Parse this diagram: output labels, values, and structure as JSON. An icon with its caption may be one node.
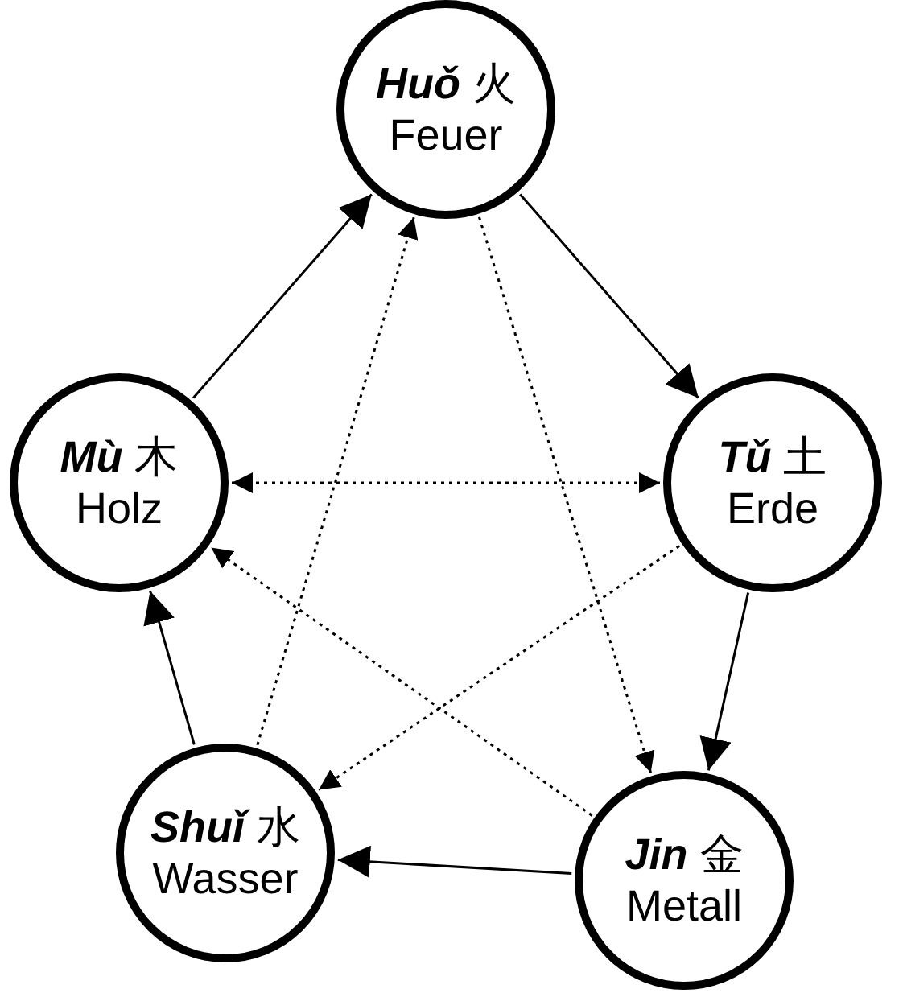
{
  "diagram": {
    "nodes": [
      {
        "text": [
          "**Huǒ** 火",
          "Feuer"
        ]
      },
      {
        "text": [
          "**Mù** 木",
          "Holz"
        ]
      },
      {
        "text": [
          "**Tǔ** 土",
          "Erde"
        ]
      },
      {
        "text": [
          "**Shuǐ** 水",
          "Wasser"
        ]
      },
      {
        "text": [
          "**Jin** 金",
          "Metall"
        ]
      }
    ],
    "edges": [
      {
        "from": 1,
        "to": 0,
        "arrow": "to"
      },
      {
        "from": 0,
        "to": 2,
        "arrow": "to"
      },
      {
        "from": 2,
        "to": 4,
        "arrow": "to"
      },
      {
        "from": 4,
        "to": 3,
        "arrow": "to"
      },
      {
        "from": 3,
        "to": 1,
        "arrow": "to"
      },
      {
        "from": 3,
        "to": 0,
        "arrow": "to",
        "style": "dashed"
      },
      {
        "from": 0,
        "to": 4,
        "arrow": "to",
        "style": "dashed"
      },
      {
        "from": 1,
        "to": 2,
        "arrow": "both",
        "style": "dashed"
      },
      {
        "from": 4,
        "to": 1,
        "arrow": "to",
        "style": "dashed"
      },
      {
        "from": 2,
        "to": 3,
        "arrow": "to",
        "style": "dashed"
      }
    ]
  }
}
